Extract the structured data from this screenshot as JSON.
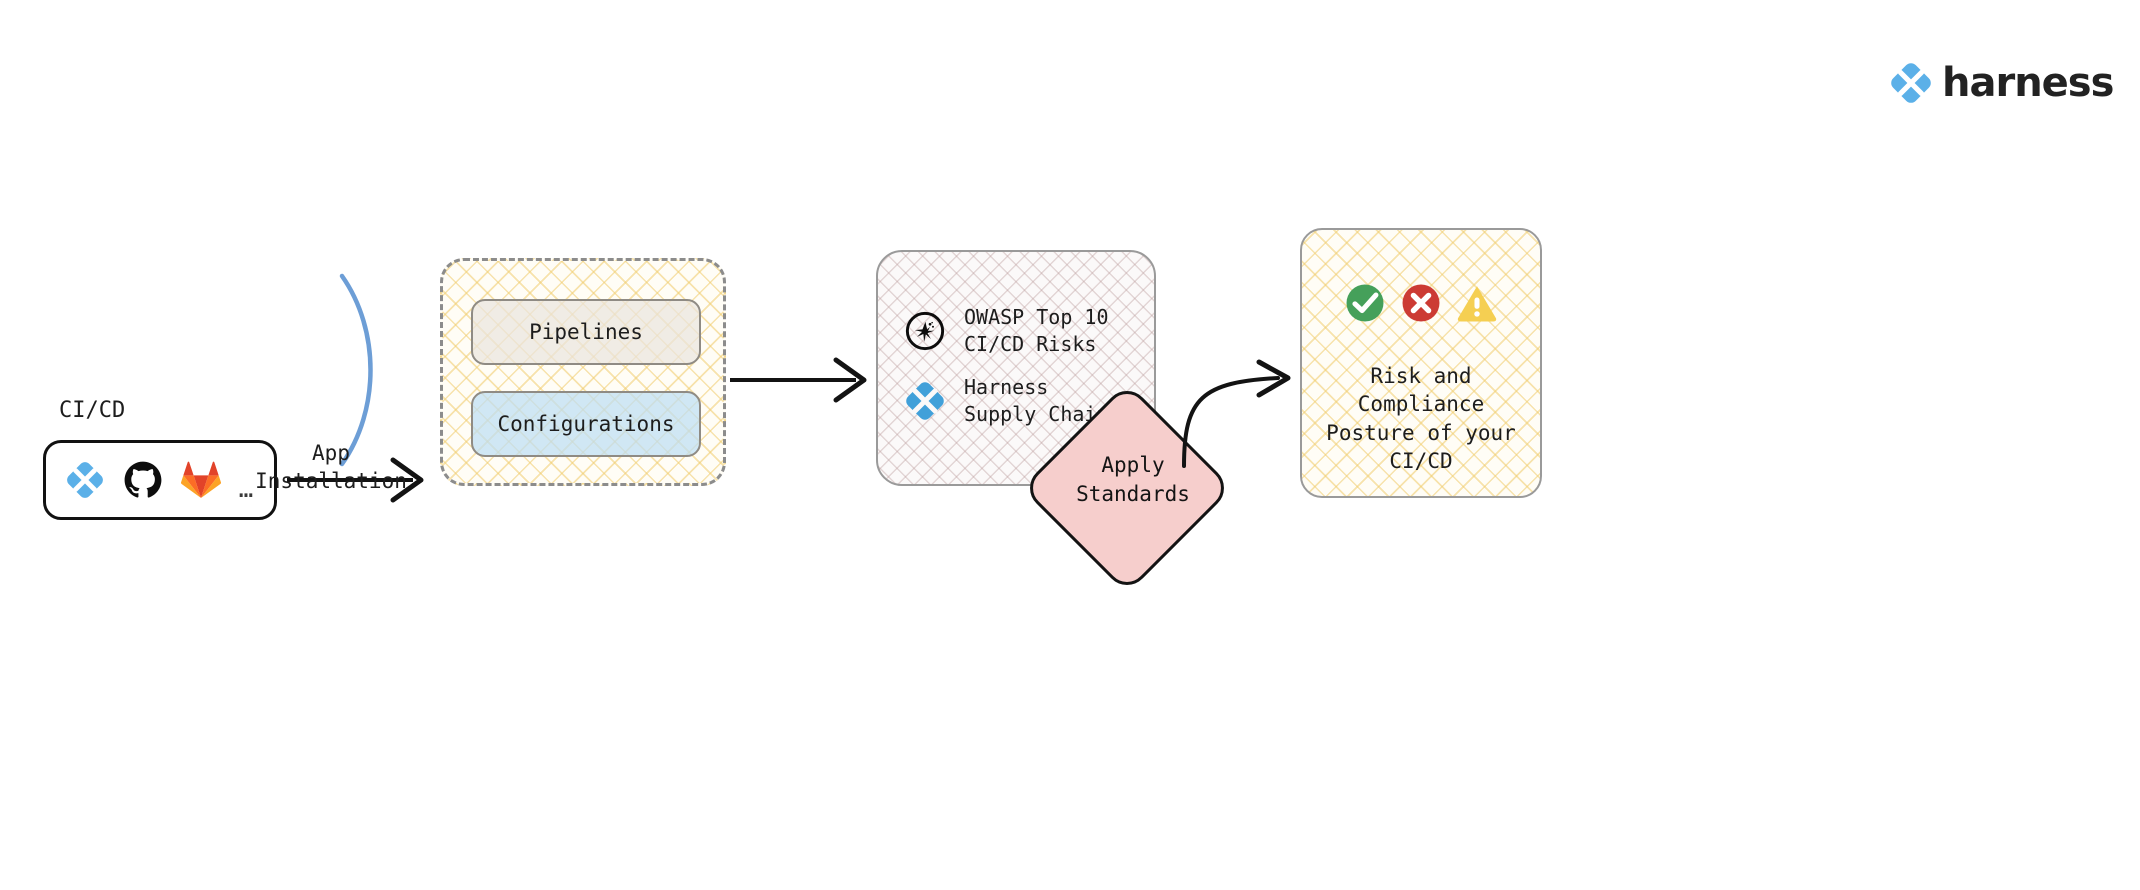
{
  "brand": {
    "name": "harness",
    "mark_icon": "harness-diamond-icon",
    "accent_color": "#5bb0e8"
  },
  "source": {
    "caption": "CI/CD",
    "tools": [
      {
        "name": "harness-icon",
        "label": "Harness"
      },
      {
        "name": "github-icon",
        "label": "GitHub"
      },
      {
        "name": "gitlab-icon",
        "label": "GitLab"
      }
    ],
    "more_indicator": "…"
  },
  "membrane": {
    "label": "App\nInstallation",
    "label_line1": "App",
    "label_line2": "Installation",
    "color": "#6d9ed6"
  },
  "artifacts": {
    "cards": [
      {
        "label": "Pipelines",
        "fill": "#eae5de"
      },
      {
        "label": "Configurations",
        "fill": "#bedef3"
      }
    ]
  },
  "standards": {
    "rows": [
      {
        "icon": "owasp-icon",
        "line1": "OWASP Top 10",
        "line2": "CI/CD Risks"
      },
      {
        "icon": "harness-icon",
        "line1": "Harness",
        "line2": "Supply Chain"
      }
    ]
  },
  "apply_standards": {
    "line1": "Apply",
    "line2": "Standards",
    "fill": "#f6cecc"
  },
  "result": {
    "status_icons": [
      {
        "name": "check-circle-icon",
        "color": "#45a05a"
      },
      {
        "name": "error-circle-icon",
        "color": "#cc3b34"
      },
      {
        "name": "warning-triangle-icon",
        "color": "#f5cf52"
      }
    ],
    "text": "Risk and Compliance\nPosture of your\nCI/CD"
  }
}
